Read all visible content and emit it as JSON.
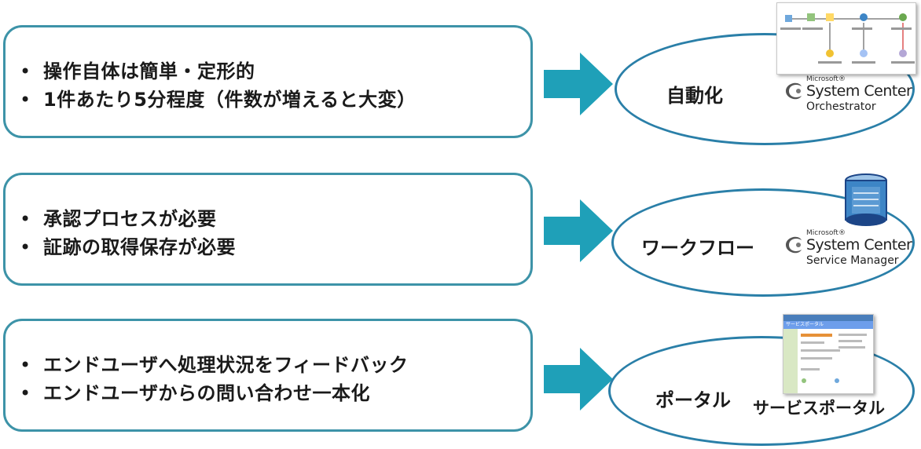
{
  "rows": [
    {
      "items": [
        "操作自体は簡単・定形的",
        "1件あたり5分程度（件数が増えると大変）"
      ],
      "target_label": "自動化",
      "product": {
        "microsoft": "Microsoft®",
        "name": "System Center",
        "edition": "Orchestrator"
      }
    },
    {
      "items": [
        "承認プロセスが必要",
        "証跡の取得保存が必要"
      ],
      "target_label": "ワークフロー",
      "product": {
        "microsoft": "Microsoft®",
        "name": "System Center",
        "edition": "Service Manager"
      }
    },
    {
      "items": [
        "エンドユーザへ処理状況をフィードバック",
        "エンドユーザからの問い合わせ一本化"
      ],
      "target_label": "ポータル",
      "portal_caption": "サービスポータル",
      "portal_screen_title": "サービスポータル"
    }
  ],
  "bullet": "•",
  "colors": {
    "box_border": "#3d93a8",
    "arrow": "#1fa0b8",
    "ellipse_border": "#2a7fa8"
  },
  "icons": [
    "arrow-right-icon",
    "system-center-logo-icon",
    "database-icon"
  ]
}
